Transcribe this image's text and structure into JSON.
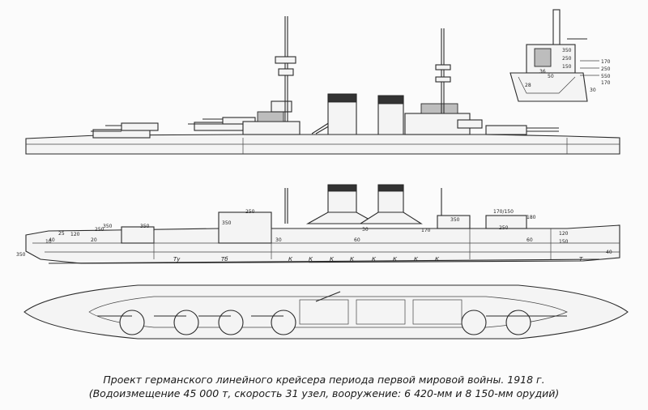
{
  "caption": {
    "line1": "Проект германского линейного крейсера  периода первой мировой войны. 1918 г.",
    "line2": "(Водоизмещение 45 000 т, скорость 31 узел, вооружение: 6 420-мм и 8 150-мм орудий)"
  },
  "armor_labels": {
    "section_top": "350",
    "section_2": "250",
    "section_3": "150",
    "section_4": "170",
    "section_5": "250",
    "section_6": "550",
    "section_7": "170",
    "section_8": "30",
    "section_9": "36",
    "section_10": "50",
    "section_11": "28",
    "side_a": "350",
    "side_b": "250",
    "side_c": "350",
    "side_d": "120",
    "side_e": "170/150",
    "side_f": "350",
    "side_g": "250",
    "side_h": "350",
    "side_i": "120",
    "side_j": "150",
    "side_k": "180",
    "side_l": "250",
    "side_m": "30",
    "side_n": "60",
    "side_o": "60",
    "side_p": "30",
    "side_q": "170",
    "side_r": "20",
    "side_s": "25",
    "side_t": "10",
    "side_u": "350",
    "side_v": "40",
    "side_w": "40",
    "mark_k": "К",
    "mark_tu": "Ту",
    "mark_tb": "Тб",
    "mark_t": "Т"
  }
}
